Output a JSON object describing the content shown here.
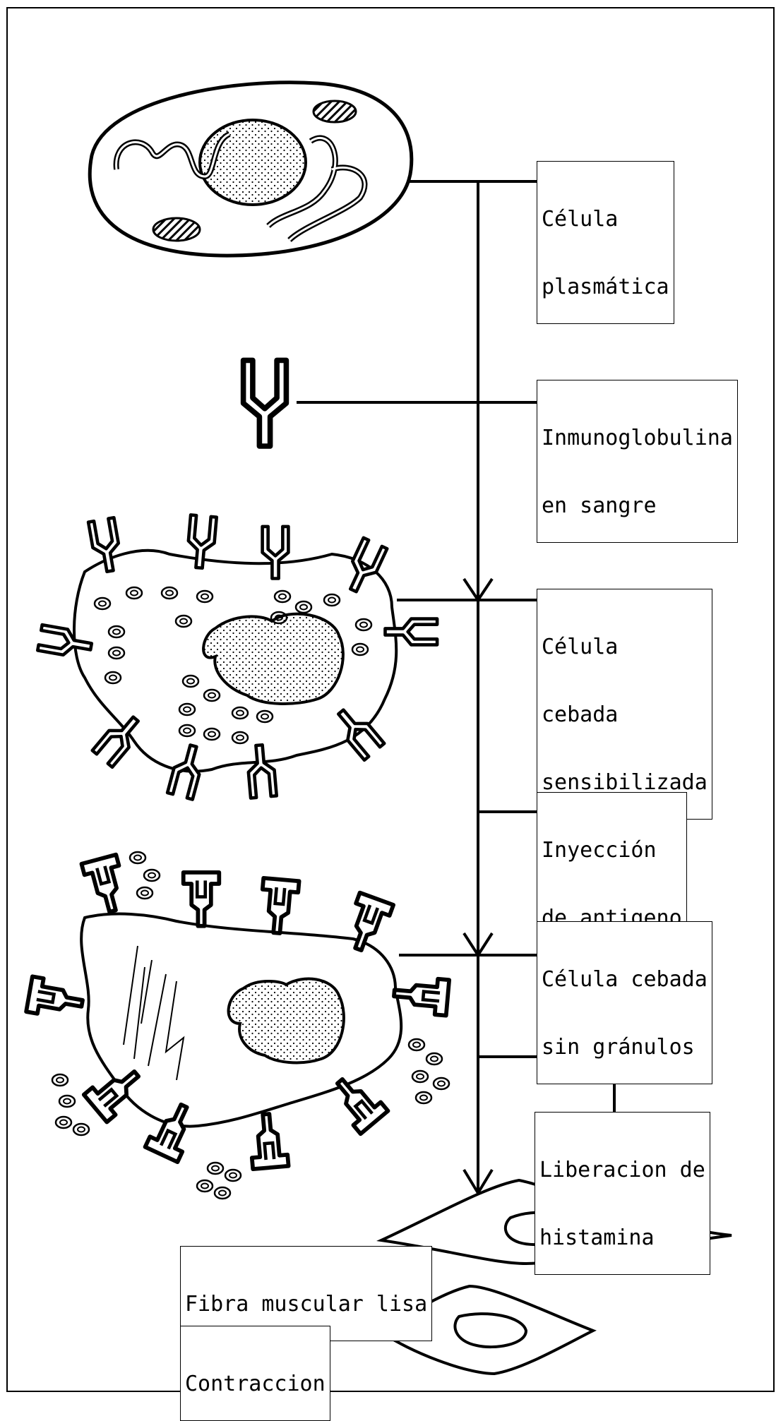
{
  "labels": {
    "plasma_cell": [
      "Célula",
      "plasmática"
    ],
    "immunoglobulin": [
      "Inmunoglobulina",
      "en sangre"
    ],
    "sensitized_mast_cell": [
      "Célula",
      "cebada",
      "sensibilizada"
    ],
    "antigen_injection": [
      "Inyección",
      "de antigeno"
    ],
    "degranulated_mast_cell": [
      "Célula cebada",
      "sin gránulos"
    ],
    "histamine_release": [
      "Liberacion de",
      "histamina"
    ],
    "smooth_muscle_fiber": [
      "Fibra muscular lisa"
    ],
    "contraction": [
      "Contraccion"
    ]
  }
}
